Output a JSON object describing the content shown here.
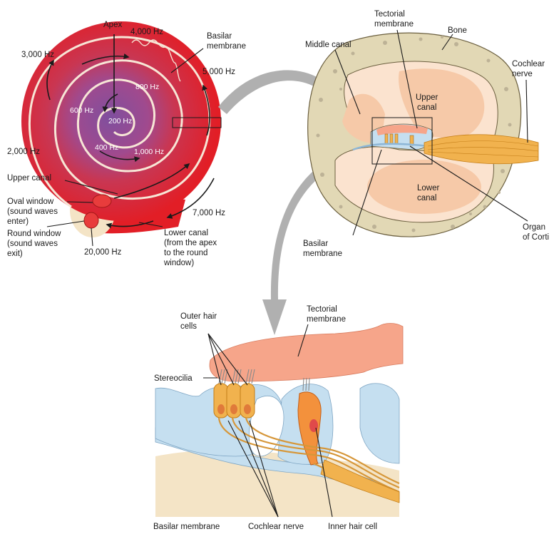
{
  "cochlea_spiral": {
    "labels": {
      "apex": "Apex",
      "basilar_membrane": [
        "Basilar",
        "membrane"
      ],
      "upper_canal": "Upper canal",
      "oval_window": [
        "Oval window",
        "(sound waves",
        "enter)"
      ],
      "round_window": [
        "Round window",
        "(sound waves",
        "exit)"
      ],
      "lower_canal": [
        "Lower canal",
        "(from the apex",
        "to the round",
        "window)"
      ]
    },
    "frequencies": {
      "f200": "200 Hz",
      "f400": "400 Hz",
      "f600": "600 Hz",
      "f800": "800 Hz",
      "f1000": "1,000 Hz",
      "f2000": "2,000 Hz",
      "f3000": "3,000 Hz",
      "f4000": "4,000 Hz",
      "f5000": "5,000 Hz",
      "f7000": "7,000 Hz",
      "f20000": "20,000 Hz"
    }
  },
  "cross_section": {
    "labels": {
      "tectorial_membrane": [
        "Tectorial",
        "membrane"
      ],
      "bone": "Bone",
      "middle_canal": "Middle canal",
      "cochlear_nerve": [
        "Cochlear",
        "nerve"
      ],
      "upper_canal": [
        "Upper",
        "canal"
      ],
      "lower_canal": [
        "Lower",
        "canal"
      ],
      "basilar_membrane": [
        "Basilar",
        "membrane"
      ],
      "organ_of_corti": [
        "Organ",
        "of Corti"
      ]
    }
  },
  "organ_detail": {
    "labels": {
      "outer_hair_cells": [
        "Outer hair",
        "cells"
      ],
      "tectorial_membrane": [
        "Tectorial",
        "membrane"
      ],
      "stereocilia": "Stereocilia",
      "basilar_membrane": "Basilar membrane",
      "cochlear_nerve": "Cochlear nerve",
      "inner_hair_cell": "Inner hair cell"
    }
  },
  "colors": {
    "cochlea_red": "#d8202c",
    "cochlea_purple": "#8d4a9a",
    "bone_beige": "#e2d8b5",
    "canal_peach": "#f6c9a8",
    "membrane_salmon": "#f6a58a",
    "support_blue": "#c5dff0",
    "nerve_orange": "#f1b24e",
    "arrow_gray": "#b0b0b0"
  }
}
